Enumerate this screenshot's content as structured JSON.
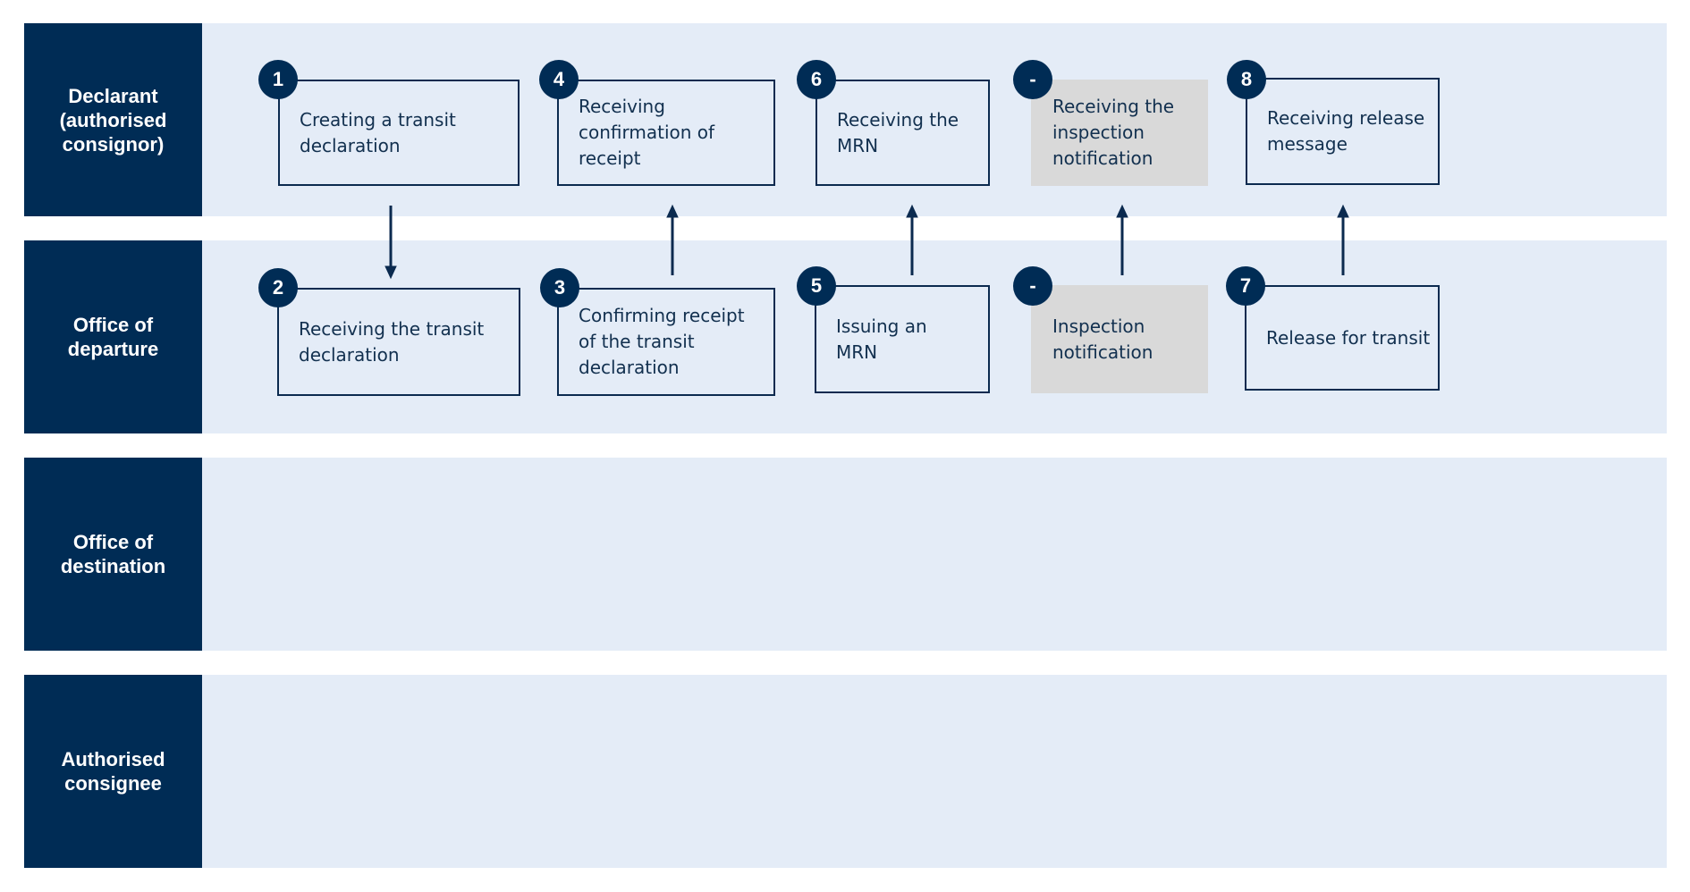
{
  "colors": {
    "lane_label_bg": "#002c55",
    "lane_body_bg": "#e4ecf7",
    "box_border": "#0b2a4f",
    "box_text": "#12304f",
    "grey_box_bg": "#d9d9d9",
    "arrow": "#0b2a4f"
  },
  "lanes": [
    {
      "label": "Declarant\n(authorised\nconsignor)"
    },
    {
      "label": "Office of\ndeparture"
    },
    {
      "label": "Office of\ndestination"
    },
    {
      "label": "Authorised\nconsignee"
    }
  ],
  "steps": [
    {
      "badge": "1",
      "text": "Creating a transit\ndeclaration",
      "grey": false
    },
    {
      "badge": "4",
      "text": "Receiving\nconfirmation of\nreceipt",
      "grey": false
    },
    {
      "badge": "6",
      "text": "Receiving the\nMRN",
      "grey": false
    },
    {
      "badge": "-",
      "text": "Receiving the\ninspection\nnotification",
      "grey": true
    },
    {
      "badge": "8",
      "text": "Receiving release\nmessage",
      "grey": false
    },
    {
      "badge": "2",
      "text": "Receiving the transit\ndeclaration",
      "grey": false
    },
    {
      "badge": "3",
      "text": "Confirming receipt\nof the transit\ndeclaration",
      "grey": false
    },
    {
      "badge": "5",
      "text": "Issuing an\nMRN",
      "grey": false
    },
    {
      "badge": "-",
      "text": "Inspection\nnotification",
      "grey": true
    },
    {
      "badge": "7",
      "text": "Release for transit",
      "grey": false
    }
  ],
  "arrows": [
    {
      "direction": "down"
    },
    {
      "direction": "up"
    },
    {
      "direction": "up"
    },
    {
      "direction": "up"
    },
    {
      "direction": "up"
    }
  ]
}
